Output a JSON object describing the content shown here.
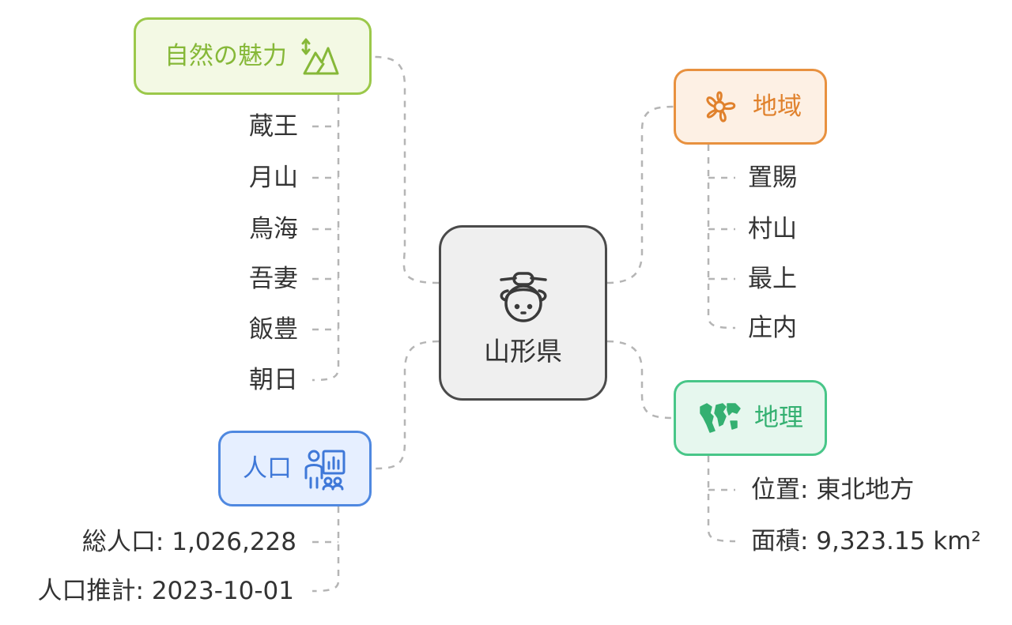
{
  "center": {
    "label": "山形県",
    "icon": "geisha-face-icon"
  },
  "branches": {
    "nature": {
      "label": "自然の魅力",
      "icon": "mountain-icon",
      "color": "#9bc84a",
      "items": [
        "蔵王",
        "月山",
        "鳥海",
        "吾妻",
        "飯豊",
        "朝日"
      ]
    },
    "region": {
      "label": "地域",
      "icon": "flower-icon",
      "color": "#e8913f",
      "items": [
        "置賜",
        "村山",
        "最上",
        "庄内"
      ]
    },
    "population": {
      "label": "人口",
      "icon": "presentation-chart-icon",
      "color": "#4f88e0",
      "items": [
        "総人口: 1,026,228",
        "人口推計: 2023-10-01"
      ]
    },
    "geography": {
      "label": "地理",
      "icon": "world-map-icon",
      "color": "#48c688",
      "items": [
        "位置: 東北地方",
        "面積: 9,323.15 km²"
      ]
    }
  }
}
